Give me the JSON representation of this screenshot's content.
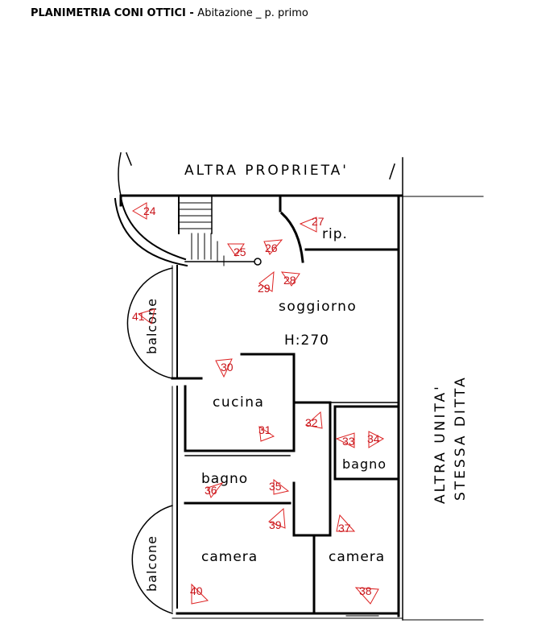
{
  "header": {
    "title": "PLANIMETRIA CONI OTTICI -",
    "subtitle": "Abitazione _ p. primo"
  },
  "labels": {
    "north": "ALTRA PROPRIETA'",
    "east_line1": "ALTRA UNITA'",
    "east_line2": "STESSA DITTA",
    "rip": "rip.",
    "soggiorno": "soggiorno",
    "height": "H:270",
    "cucina": "cucina",
    "bagno_left": "bagno",
    "bagno_right": "bagno",
    "camera_left": "camera",
    "camera_right": "camera",
    "balcone_top": "balcone",
    "balcone_bottom": "balcone"
  },
  "viewpoints": {
    "v24": "24",
    "v25": "25",
    "v26": "26",
    "v27": "27",
    "v28": "28",
    "v29": "29",
    "v30": "30",
    "v31": "31",
    "v32": "32",
    "v33": "33",
    "v34": "34",
    "v35": "35",
    "v36": "36",
    "v37": "37",
    "v38": "38",
    "v39": "39",
    "v40": "40",
    "v41": "41"
  },
  "colors": {
    "walls": "#000000",
    "viewpoints": "#c8151b"
  }
}
